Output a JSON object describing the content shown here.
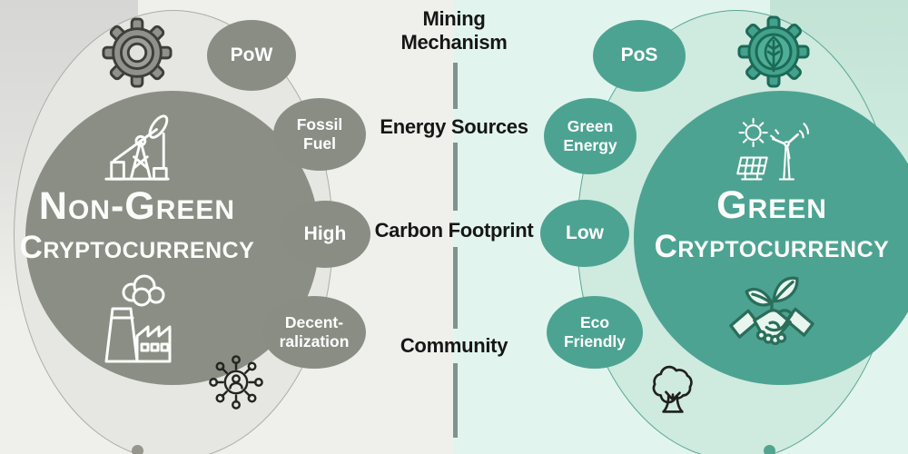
{
  "left": {
    "title_line1": "Non-Green",
    "title_line2": "Cryptocurrency",
    "bubbles": [
      {
        "label": "PoW"
      },
      {
        "label": "Fossil\nFuel"
      },
      {
        "label": "High"
      },
      {
        "label": "Decent-\nralization"
      }
    ],
    "icons": {
      "top": "gear-icon",
      "circle_top": "oil-pumpjack-icon",
      "circle_bottom": "factory-smoke-icon",
      "bottom": "decentralization-network-icon"
    },
    "accent_color": "#8b8e85"
  },
  "right": {
    "title_line1": "Green",
    "title_line2": "Cryptocurrency",
    "bubbles": [
      {
        "label": "PoS"
      },
      {
        "label": "Green\nEnergy"
      },
      {
        "label": "Low"
      },
      {
        "label": "Eco\nFriendly"
      }
    ],
    "icons": {
      "top": "eco-gear-leaf-icon",
      "circle_top": "renewable-energy-icon",
      "circle_bottom": "handshake-sprout-icon",
      "bottom": "tree-icon"
    },
    "accent_color": "#4da392"
  },
  "center": {
    "rows": [
      {
        "label": "Mining\nMechanism"
      },
      {
        "label": "Energy Sources"
      },
      {
        "label": "Carbon Footprint"
      },
      {
        "label": "Community"
      }
    ],
    "divider_color": "#7f948e"
  }
}
